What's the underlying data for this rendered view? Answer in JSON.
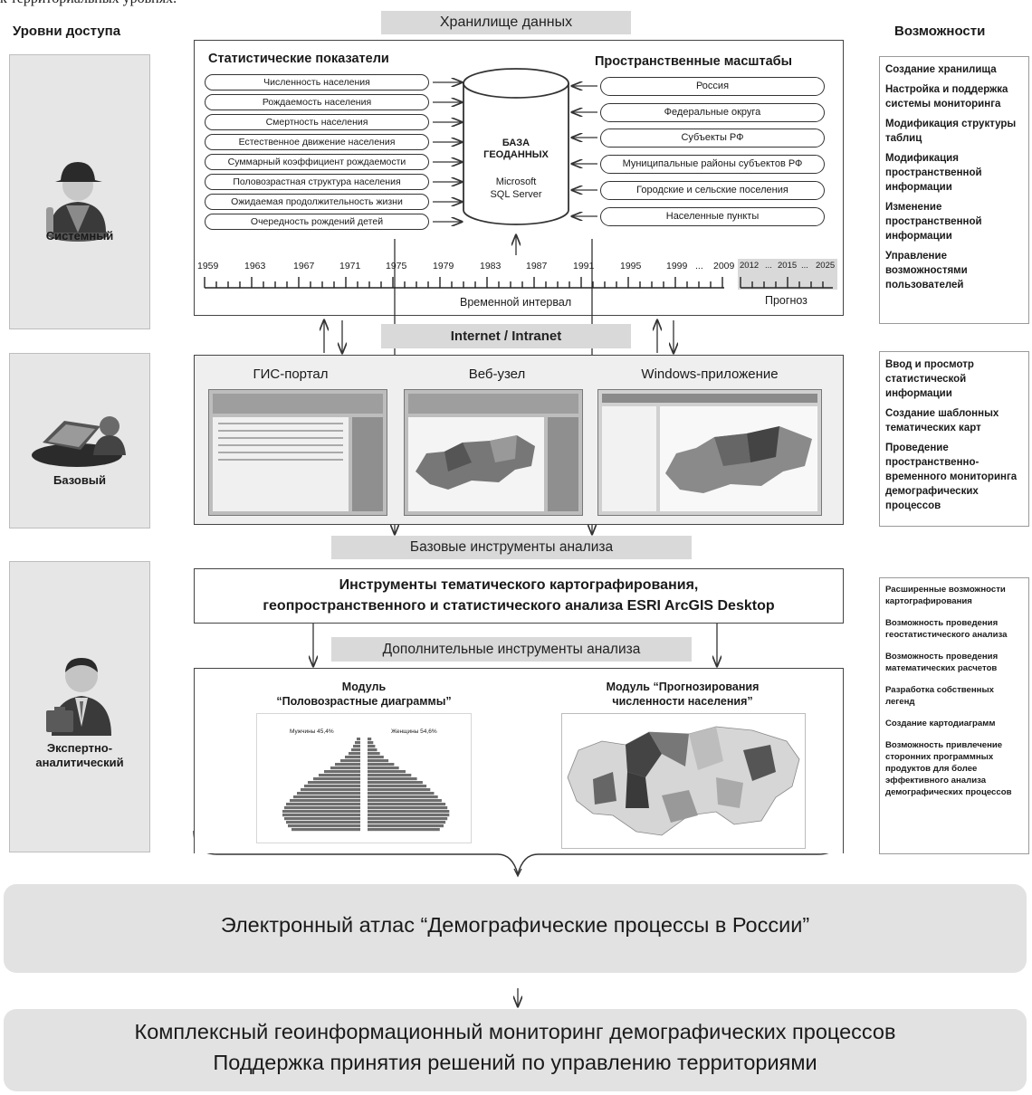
{
  "caption_top": "к территориальных уровнях.",
  "header_left": "Уровни доступа",
  "header_right": "Возможности",
  "storage_title": "Хранилище данных",
  "stats": {
    "title": "Статистические показатели",
    "items": [
      "Численность населения",
      "Рождаемость населения",
      "Смертность населения",
      "Естественное движение населения",
      "Суммарный коэффициент рождаемости",
      "Половозрастная структура населения",
      "Ожидаемая продолжительность жизни",
      "Очередность рождений детей"
    ]
  },
  "spatial": {
    "title": "Пространственные масштабы",
    "items": [
      "Россия",
      "Федеральные округа",
      "Субъекты РФ",
      "Муниципальные районы субъектов РФ",
      "Городские и сельские поселения",
      "Населенные пункты"
    ]
  },
  "database": {
    "line1": "БАЗА",
    "line2": "ГЕОДАННЫХ",
    "line3": "Microsoft",
    "line4": "SQL Server"
  },
  "timeline": {
    "years": [
      "1959",
      "1963",
      "1967",
      "1971",
      "1975",
      "1979",
      "1983",
      "1987",
      "1991",
      "1995",
      "1999",
      "...",
      "2009"
    ],
    "forecast_years": [
      "2012",
      "...",
      "2015",
      "...",
      "2025"
    ],
    "label": "Временной интервал",
    "forecast_label": "Прогноз"
  },
  "network_label": "Internet / Intranet",
  "basic_panels": [
    "ГИС-портал",
    "Веб-узел",
    "Windows-приложение"
  ],
  "basic_tools_label": "Базовые инструменты анализа",
  "esri": {
    "line1": "Инструменты тематического картографирования,",
    "line2": "геопространственного и статистического анализа ESRI ArcGIS Desktop"
  },
  "extra_tools_label": "Дополнительные инструменты анализа",
  "module1": {
    "line1": "Модуль",
    "line2": "“Половозрастные диаграммы”",
    "men": "Мужчины 45,4%",
    "women": "Женщины 54,6%"
  },
  "module2": {
    "line1": "Модуль “Прогнозирования",
    "line2": "численности населения”"
  },
  "levels": [
    {
      "name": "Системный"
    },
    {
      "name": "Базовый"
    },
    {
      "name": "Экспертно-\nаналитический"
    }
  ],
  "caps_system": [
    "Создание хранилища",
    "Настройка и поддержка системы мониторинга",
    "Модификация структуры таблиц",
    "Модификация пространственной информации",
    "Изменение пространственной информации",
    "Управление возможностями пользователей"
  ],
  "caps_basic": [
    "Ввод и просмотр статистической информации",
    "Создание шаблонных тематических карт",
    "Проведение пространственно-временного мониторинга демографических процессов"
  ],
  "caps_expert": [
    "Расширенные возможности картографирования",
    "Возможность проведения геостатистического анализа",
    "Возможность проведения математических расчетов",
    "Разработка собственных легенд",
    "Создание картодиаграмм",
    "Возможность привлечение сторонних программных продуктов для более эффективного анализа демографических процессов"
  ],
  "atlas": "Электронный атлас “Демографические процессы в России”",
  "final": {
    "line1": "Комплексный геоинформационный мониторинг демографических процессов",
    "line2": "Поддержка принятия решений по управлению территориями"
  },
  "colors": {
    "panel_gray": "#e6e6e6",
    "bar_gray": "#d9d9d9",
    "border": "#444444"
  }
}
